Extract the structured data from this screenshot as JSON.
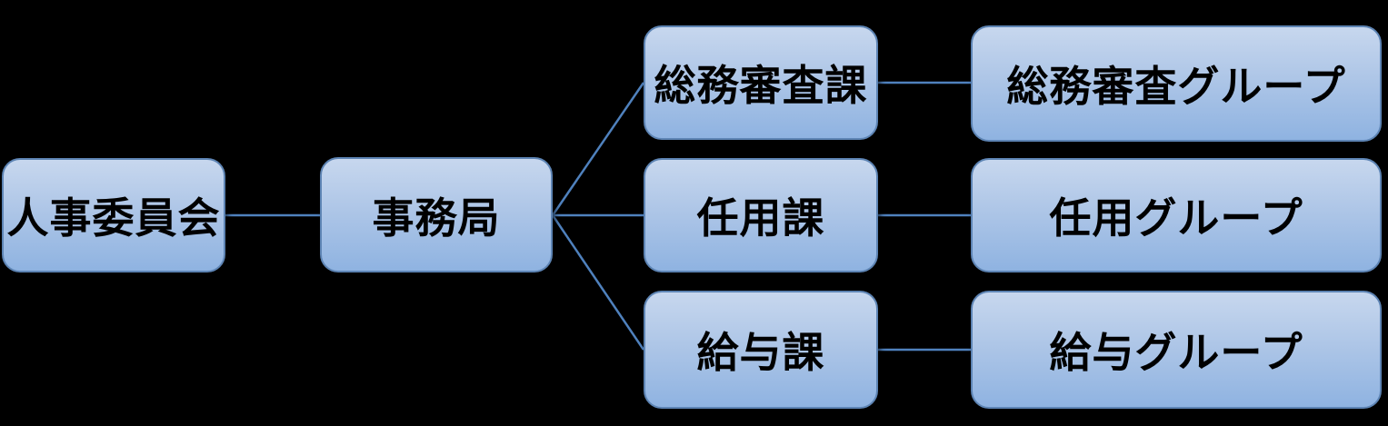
{
  "diagram": {
    "type": "org-chart",
    "background_color": "#000000",
    "node_fill_top": "#c7d7ee",
    "node_fill_bottom": "#8fb3e1",
    "node_border_color": "#5d84b4",
    "connector_color": "#4f81bd",
    "text_color": "#000000",
    "nodes": [
      {
        "id": "jinji-iinkai",
        "label": "人事委員会",
        "level": 1
      },
      {
        "id": "jimukyoku",
        "label": "事務局",
        "level": 2
      },
      {
        "id": "soumu-shinsa-ka",
        "label": "総務審査課",
        "level": 3
      },
      {
        "id": "ninyo-ka",
        "label": "任用課",
        "level": 3
      },
      {
        "id": "kyuyo-ka",
        "label": "給与課",
        "level": 3
      },
      {
        "id": "soumu-shinsa-group",
        "label": "総務審査グループ",
        "level": 4
      },
      {
        "id": "ninyo-group",
        "label": "任用グループ",
        "level": 4
      },
      {
        "id": "kyuyo-group",
        "label": "給与グループ",
        "level": 4
      }
    ],
    "edges": [
      {
        "from": "jinji-iinkai",
        "to": "jimukyoku"
      },
      {
        "from": "jimukyoku",
        "to": "soumu-shinsa-ka"
      },
      {
        "from": "jimukyoku",
        "to": "ninyo-ka"
      },
      {
        "from": "jimukyoku",
        "to": "kyuyo-ka"
      },
      {
        "from": "soumu-shinsa-ka",
        "to": "soumu-shinsa-group"
      },
      {
        "from": "ninyo-ka",
        "to": "ninyo-group"
      },
      {
        "from": "kyuyo-ka",
        "to": "kyuyo-group"
      }
    ]
  }
}
